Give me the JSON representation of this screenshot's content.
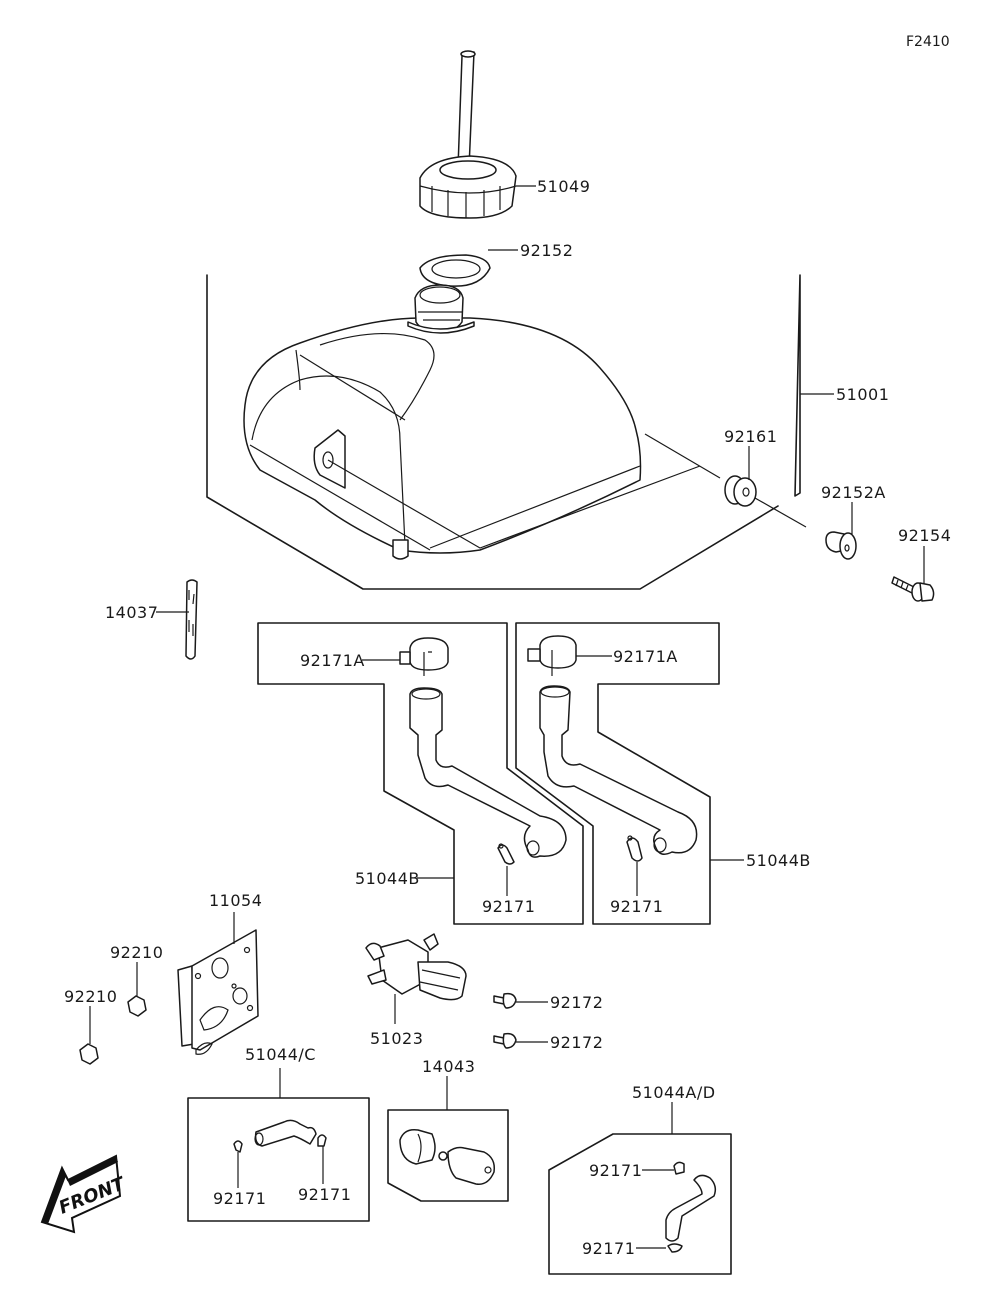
{
  "figure_id": "F2410",
  "labels": {
    "cap": "51049",
    "cap_gasket": "92152",
    "tank": "51001",
    "grommet": "92161",
    "collar": "92152A",
    "bolt": "92154",
    "breather": "14037",
    "clamp_a_left": "92171A",
    "clamp_a_right": "92171A",
    "hose_b_left": "51044B",
    "hose_b_right": "51044B",
    "clip_left": "92171",
    "clip_right": "92171",
    "bracket": "11054",
    "nut_upper": "92210",
    "nut_lower": "92210",
    "fuel_cock": "51023",
    "screw_upper": "92172",
    "screw_lower": "92172",
    "hose_c": "51044/C",
    "hose_c_clip_left": "92171",
    "hose_c_clip_right": "92171",
    "filter": "14043",
    "hose_ad": "51044A/D",
    "hose_ad_clip_upper": "92171",
    "hose_ad_clip_lower": "92171"
  },
  "front_indicator": "FRONT"
}
